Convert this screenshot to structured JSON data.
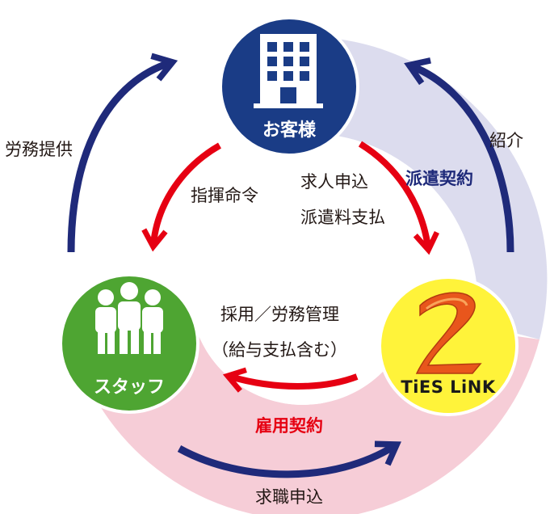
{
  "colors": {
    "customer": "#1a3c86",
    "staff": "#4ea532",
    "company": "#fff33a",
    "blue_arrow": "#1f2a7a",
    "red_arrow": "#e60012",
    "band_blue": "#dcdcee",
    "band_pink": "#f6cdd7"
  },
  "nodes": {
    "customer": {
      "label": "お客様",
      "icon": "building-icon"
    },
    "staff": {
      "label": "スタッフ",
      "icon": "people-icon"
    },
    "company": {
      "label": "TiES LiNK",
      "icon": "tieslink-logo"
    }
  },
  "labels": {
    "labor_provision": "労務提供",
    "introduction": "紹介",
    "dispatch_contract": "派遣契約",
    "command": "指揮命令",
    "job_request": "求人申込",
    "dispatch_fee": "派遣料支払",
    "hiring_mgmt": "採用／労務管理",
    "hiring_mgmt_sub": "（給与支払含む）",
    "employment_contract": "雇用契約",
    "job_application": "求職申込"
  }
}
